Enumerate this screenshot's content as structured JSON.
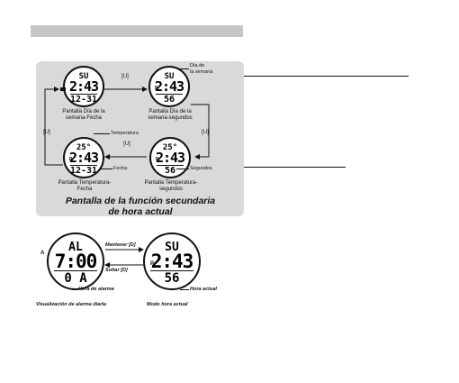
{
  "panel": {
    "title_line1": "Pantalla de la función secundaria",
    "title_line2": "de hora actual",
    "button_u": "[U]",
    "watches": {
      "w1": {
        "top": "SU",
        "mid": "2:43",
        "bot": "12-31"
      },
      "w2": {
        "top": "SU",
        "mid": "2:43",
        "bot": "56"
      },
      "w3": {
        "top": "25°",
        "mid": "2:43",
        "bot": "56"
      },
      "w4": {
        "top": "25°",
        "mid": "2:43",
        "bot": "12-31"
      }
    },
    "captions": {
      "c1a": "Pantalla Día de la",
      "c1b": "semana-Fecha",
      "c2a": "Pantalla Día de la",
      "c2b": "semana-segundos",
      "c3a": "Pantalla Temperatura-",
      "c3b": "segundos",
      "c4a": "Pantalla Temperatura-",
      "c4b": "Fecha"
    },
    "callouts": {
      "dia_a": "Día de",
      "dia_b": "la semana",
      "temperatura": "Temperatura",
      "segundos": "Segundos",
      "fecha": "Fecha"
    }
  },
  "bottom": {
    "alarm": {
      "top": "AL",
      "mid": "7:00",
      "bot": "0 A",
      "side": "A"
    },
    "current": {
      "top": "SU",
      "mid": "2:43",
      "bot": "56"
    },
    "mantener": "Mantener [D]",
    "soltar": "Soltar [D]",
    "hora_alarma": "Hora de alarma",
    "hora_actual": "Hora actual",
    "cap_left": "Visualización de alarma diaria",
    "cap_right": "Modo hora actual"
  }
}
